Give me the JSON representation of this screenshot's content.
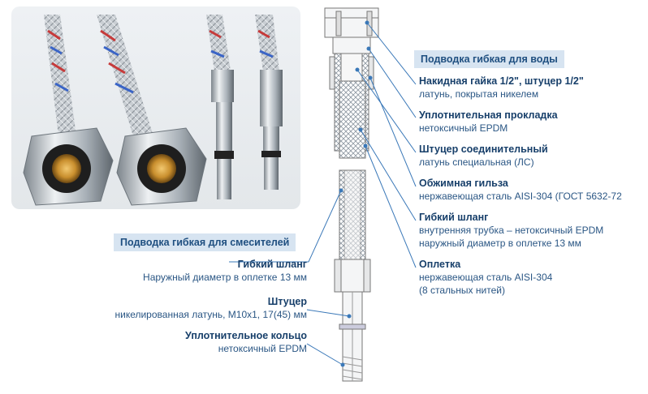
{
  "water": {
    "title": "Подводка гибкая для воды",
    "items": [
      {
        "heading": "Накидная гайка 1/2\", штуцер 1/2\"",
        "lines": [
          "латунь, покрытая никелем"
        ]
      },
      {
        "heading": "Уплотнительная прокладка",
        "lines": [
          "нетоксичный EPDM"
        ]
      },
      {
        "heading": "Штуцер соединительный",
        "lines": [
          "латунь специальная (ЛС)"
        ]
      },
      {
        "heading": "Обжимная гильза",
        "lines": [
          "нержавеющая сталь AISI-304 (ГОСТ 5632-72"
        ]
      },
      {
        "heading": "Гибкий шланг",
        "lines": [
          "внутренняя трубка – нетоксичный EPDM",
          "наружный диаметр в оплетке 13 мм"
        ]
      },
      {
        "heading": "Оплетка",
        "lines": [
          "нержавеющая сталь AISI-304",
          "(8 стальных нитей)"
        ]
      }
    ]
  },
  "mixer": {
    "title": "Подводка гибкая для смесителей",
    "items": [
      {
        "heading": "Гибкий шланг",
        "lines": [
          "Наружный диаметр в оплетке 13 мм"
        ]
      },
      {
        "heading": "Штуцер",
        "lines": [
          "никелированная латунь, М10х1, 17(45) мм"
        ]
      },
      {
        "heading": "Уплотнительное кольцо",
        "lines": [
          "нетоксичный EPDM"
        ]
      }
    ]
  },
  "colors": {
    "accent": "#1f5a91",
    "badge": "#d7e4f1",
    "line": "#2a6aa8"
  }
}
